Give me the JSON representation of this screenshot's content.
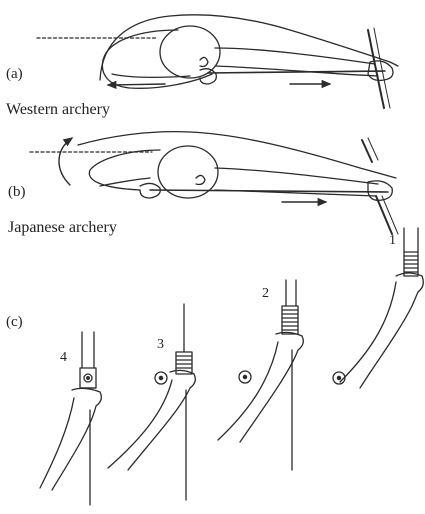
{
  "panels": {
    "a": {
      "label": "(a)",
      "caption": "Western archery"
    },
    "b": {
      "label": "(b)",
      "caption": "Japanese archery"
    },
    "c": {
      "label": "(c)",
      "stages": [
        "1",
        "2",
        "3",
        "4"
      ]
    }
  },
  "colors": {
    "ink": "#2b2b2b",
    "background": "#ffffff"
  }
}
